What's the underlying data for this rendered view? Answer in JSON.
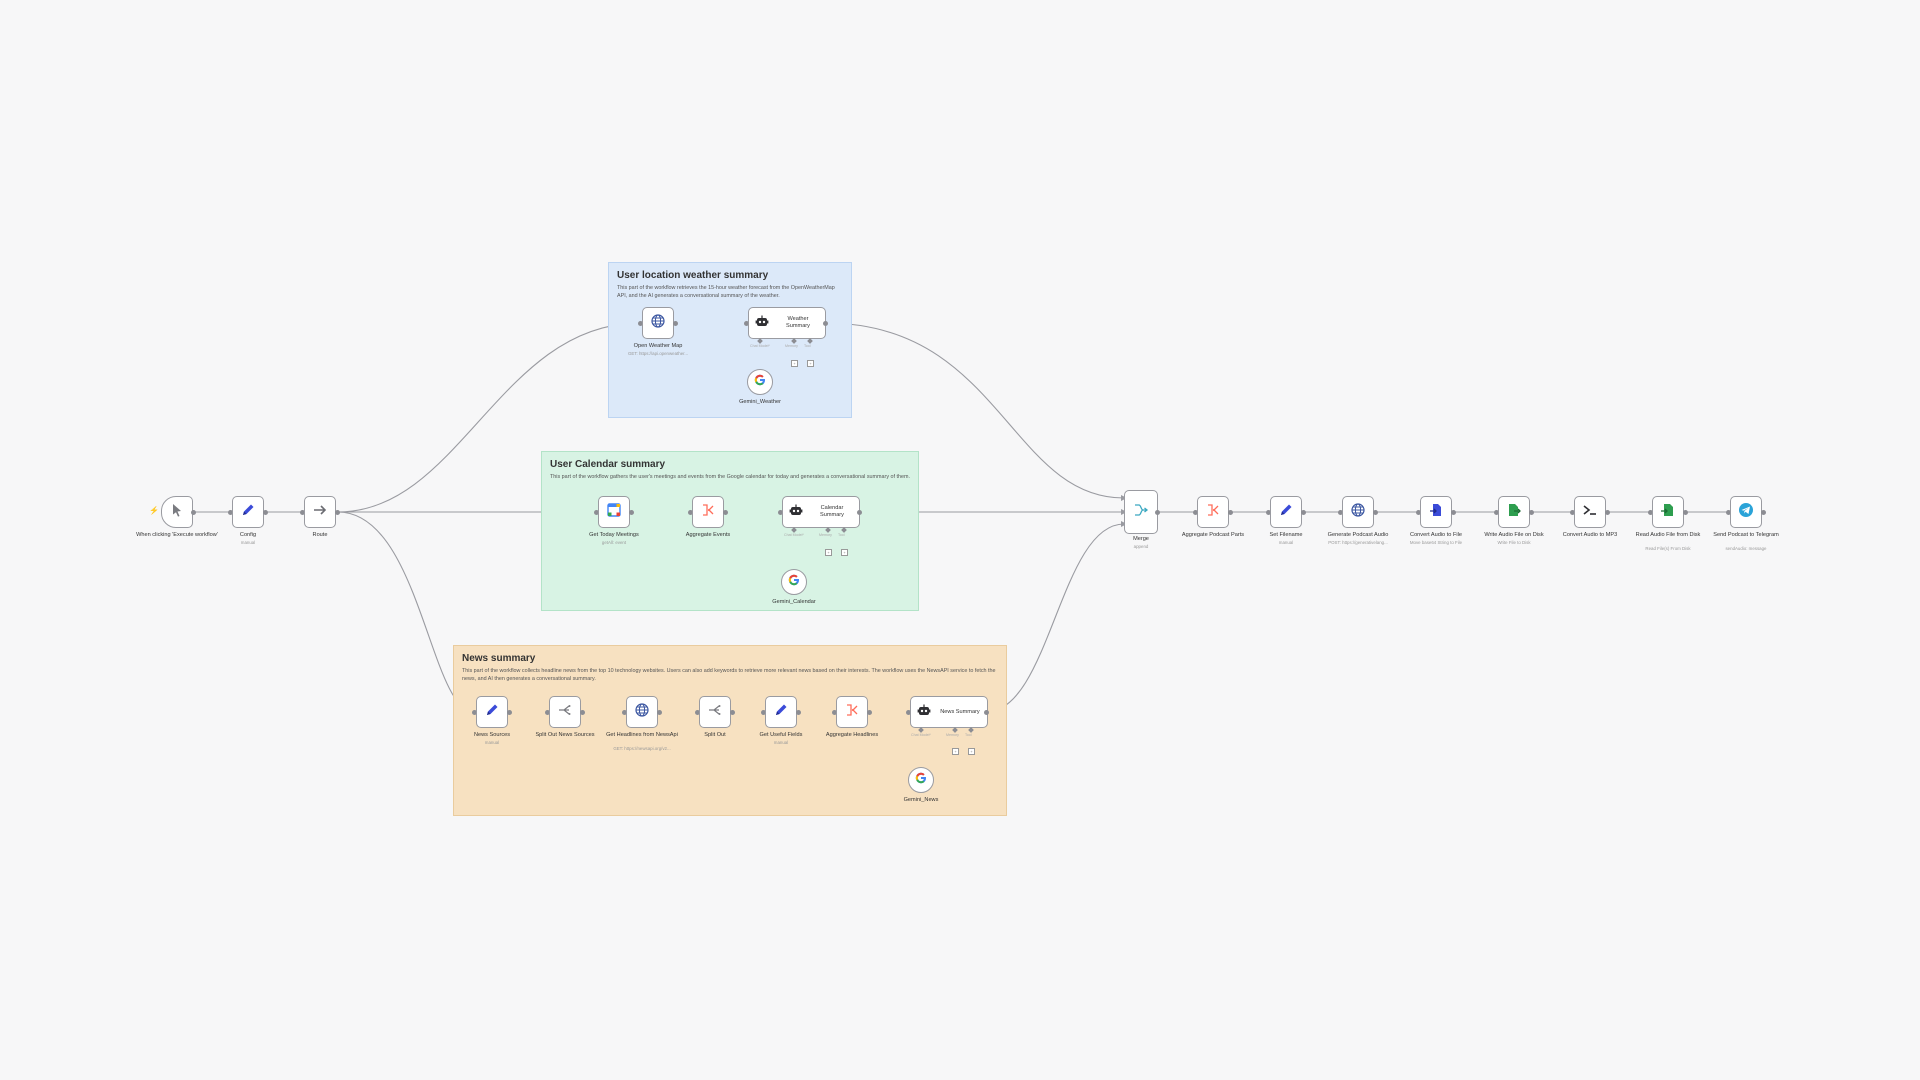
{
  "colors": {
    "weather_bg": "#dce9f9",
    "weather_border": "#bcd4f2",
    "calendar_bg": "#d8f3e4",
    "calendar_border": "#b3e3c8",
    "news_bg": "#f7e1c1",
    "news_border": "#eacc9e",
    "edge": "#9a9ba1",
    "accent": "#ff6d5a"
  },
  "stickies": [
    {
      "id": "weather",
      "title": "User location weather summary",
      "description": "This part of the workflow retrieves the 15-hour weather forecast from the OpenWeatherMap API, and the AI generates a conversational summary of the weather."
    },
    {
      "id": "calendar",
      "title": "User Calendar summary",
      "description": "This part of the workflow gathers the user's meetings and events from the Google calendar for today and generates a conversational summary of them."
    },
    {
      "id": "news",
      "title": "News summary",
      "description": "This part of the workflow collects headline news from the top 10 technology websites. Users can also add keywords to retrieve more relevant news based on their interests. The workflow uses the NewsAPI service to fetch the news, and AI then generates a conversational summary."
    }
  ],
  "nodes": {
    "trigger": {
      "label": "When clicking 'Execute workflow'",
      "icon": "cursor-icon"
    },
    "config": {
      "label": "Config",
      "sub": "manual",
      "icon": "pencil-icon"
    },
    "route": {
      "label": "Route",
      "icon": "arrow-right-icon"
    },
    "open_weather": {
      "label": "Open Weather Map",
      "sub": "GET: https://api.openweather...",
      "icon": "globe-icon"
    },
    "weather_summary": {
      "label": "Weather Summary",
      "icon": "robot-icon"
    },
    "gemini_weather": {
      "label": "Gemini_Weather",
      "icon": "google-icon"
    },
    "get_meetings": {
      "label": "Get Today Meetings",
      "sub": "getAll: event",
      "icon": "calendar-icon"
    },
    "aggregate_events": {
      "label": "Aggregate Events",
      "icon": "aggregate-icon"
    },
    "calendar_summary": {
      "label": "Calendar Summary",
      "icon": "robot-icon"
    },
    "gemini_calendar": {
      "label": "Gemini_Calendar",
      "icon": "google-icon"
    },
    "news_sources": {
      "label": "News Sources",
      "sub": "manual",
      "icon": "pencil-icon"
    },
    "split_news": {
      "label": "Split Out News Sources",
      "icon": "split-icon"
    },
    "get_headlines": {
      "label": "Get Headlines from NewsApi",
      "sub": "GET: https://newsapi.org/v2...",
      "icon": "globe-icon"
    },
    "split_out": {
      "label": "Split Out",
      "icon": "split-icon"
    },
    "get_fields": {
      "label": "Get Useful Fields",
      "sub": "manual",
      "icon": "pencil-icon"
    },
    "aggregate_headlines": {
      "label": "Aggregate Headlines",
      "icon": "aggregate-icon"
    },
    "news_summary": {
      "label": "News Summary",
      "icon": "robot-icon"
    },
    "gemini_news": {
      "label": "Gemini_News",
      "icon": "google-icon"
    },
    "merge": {
      "label": "Merge",
      "sub": "append",
      "icon": "merge-icon"
    },
    "aggregate_podcast": {
      "label": "Aggregate Podcast Parts",
      "icon": "aggregate-icon"
    },
    "set_filename": {
      "label": "Set Filename",
      "sub": "manual",
      "icon": "pencil-icon"
    },
    "generate_audio": {
      "label": "Generate Podcast Audio",
      "sub": "POST: https://generativelang...",
      "icon": "globe-icon"
    },
    "convert_file": {
      "label": "Convert Audio to File",
      "sub": "Move base64 String to File",
      "icon": "convert-file-icon"
    },
    "write_disk": {
      "label": "Write Audio File on Disk",
      "sub": "Write File to Disk",
      "icon": "disk-write-icon"
    },
    "convert_mp3": {
      "label": "Convert Audio to MP3",
      "icon": "terminal-icon"
    },
    "read_disk": {
      "label": "Read Audio File from Disk",
      "sub": "Read File(s) From Disk",
      "icon": "disk-read-icon"
    },
    "send_telegram": {
      "label": "Send Podcast to Telegram",
      "sub": "sendAudio: message",
      "icon": "telegram-icon"
    }
  },
  "sub_labels": {
    "model": "Chat Model*",
    "memory": "Memory",
    "tool": "Tool"
  }
}
